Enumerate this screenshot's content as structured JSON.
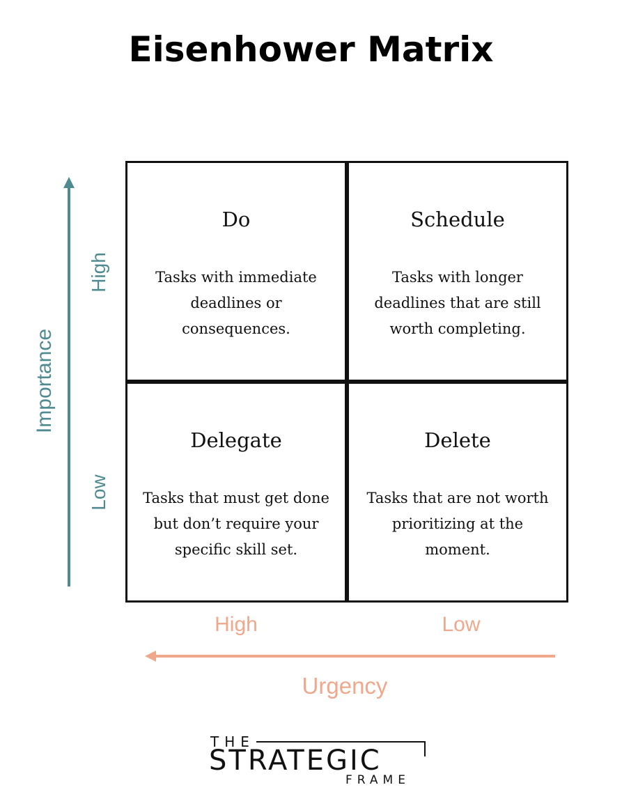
{
  "title": "Eisenhower Matrix",
  "quadrants": [
    {
      "title": "Do",
      "description": [
        "Tasks with immediate",
        "deadlines or",
        "consequences."
      ]
    },
    {
      "title": "Schedule",
      "description": [
        "Tasks with longer",
        "deadlines that are still",
        "worth completing."
      ]
    },
    {
      "title": "Delegate",
      "description": [
        "Tasks that must get done",
        "but don’t require your",
        "specific skill set."
      ]
    },
    {
      "title": "Delete",
      "description": [
        "Tasks that are not worth",
        "prioritizing at the",
        "moment."
      ]
    }
  ],
  "importance_axis": {
    "label": "Importance",
    "high": "High",
    "low": "Low",
    "color": "#4f8a91"
  },
  "urgency_axis": {
    "label": "Urgency",
    "high": "High",
    "low": "Low",
    "color": "#f0a88c"
  },
  "logo": {
    "the": "THE",
    "strategic": "STRATEGIC",
    "frame": "FRAME"
  }
}
